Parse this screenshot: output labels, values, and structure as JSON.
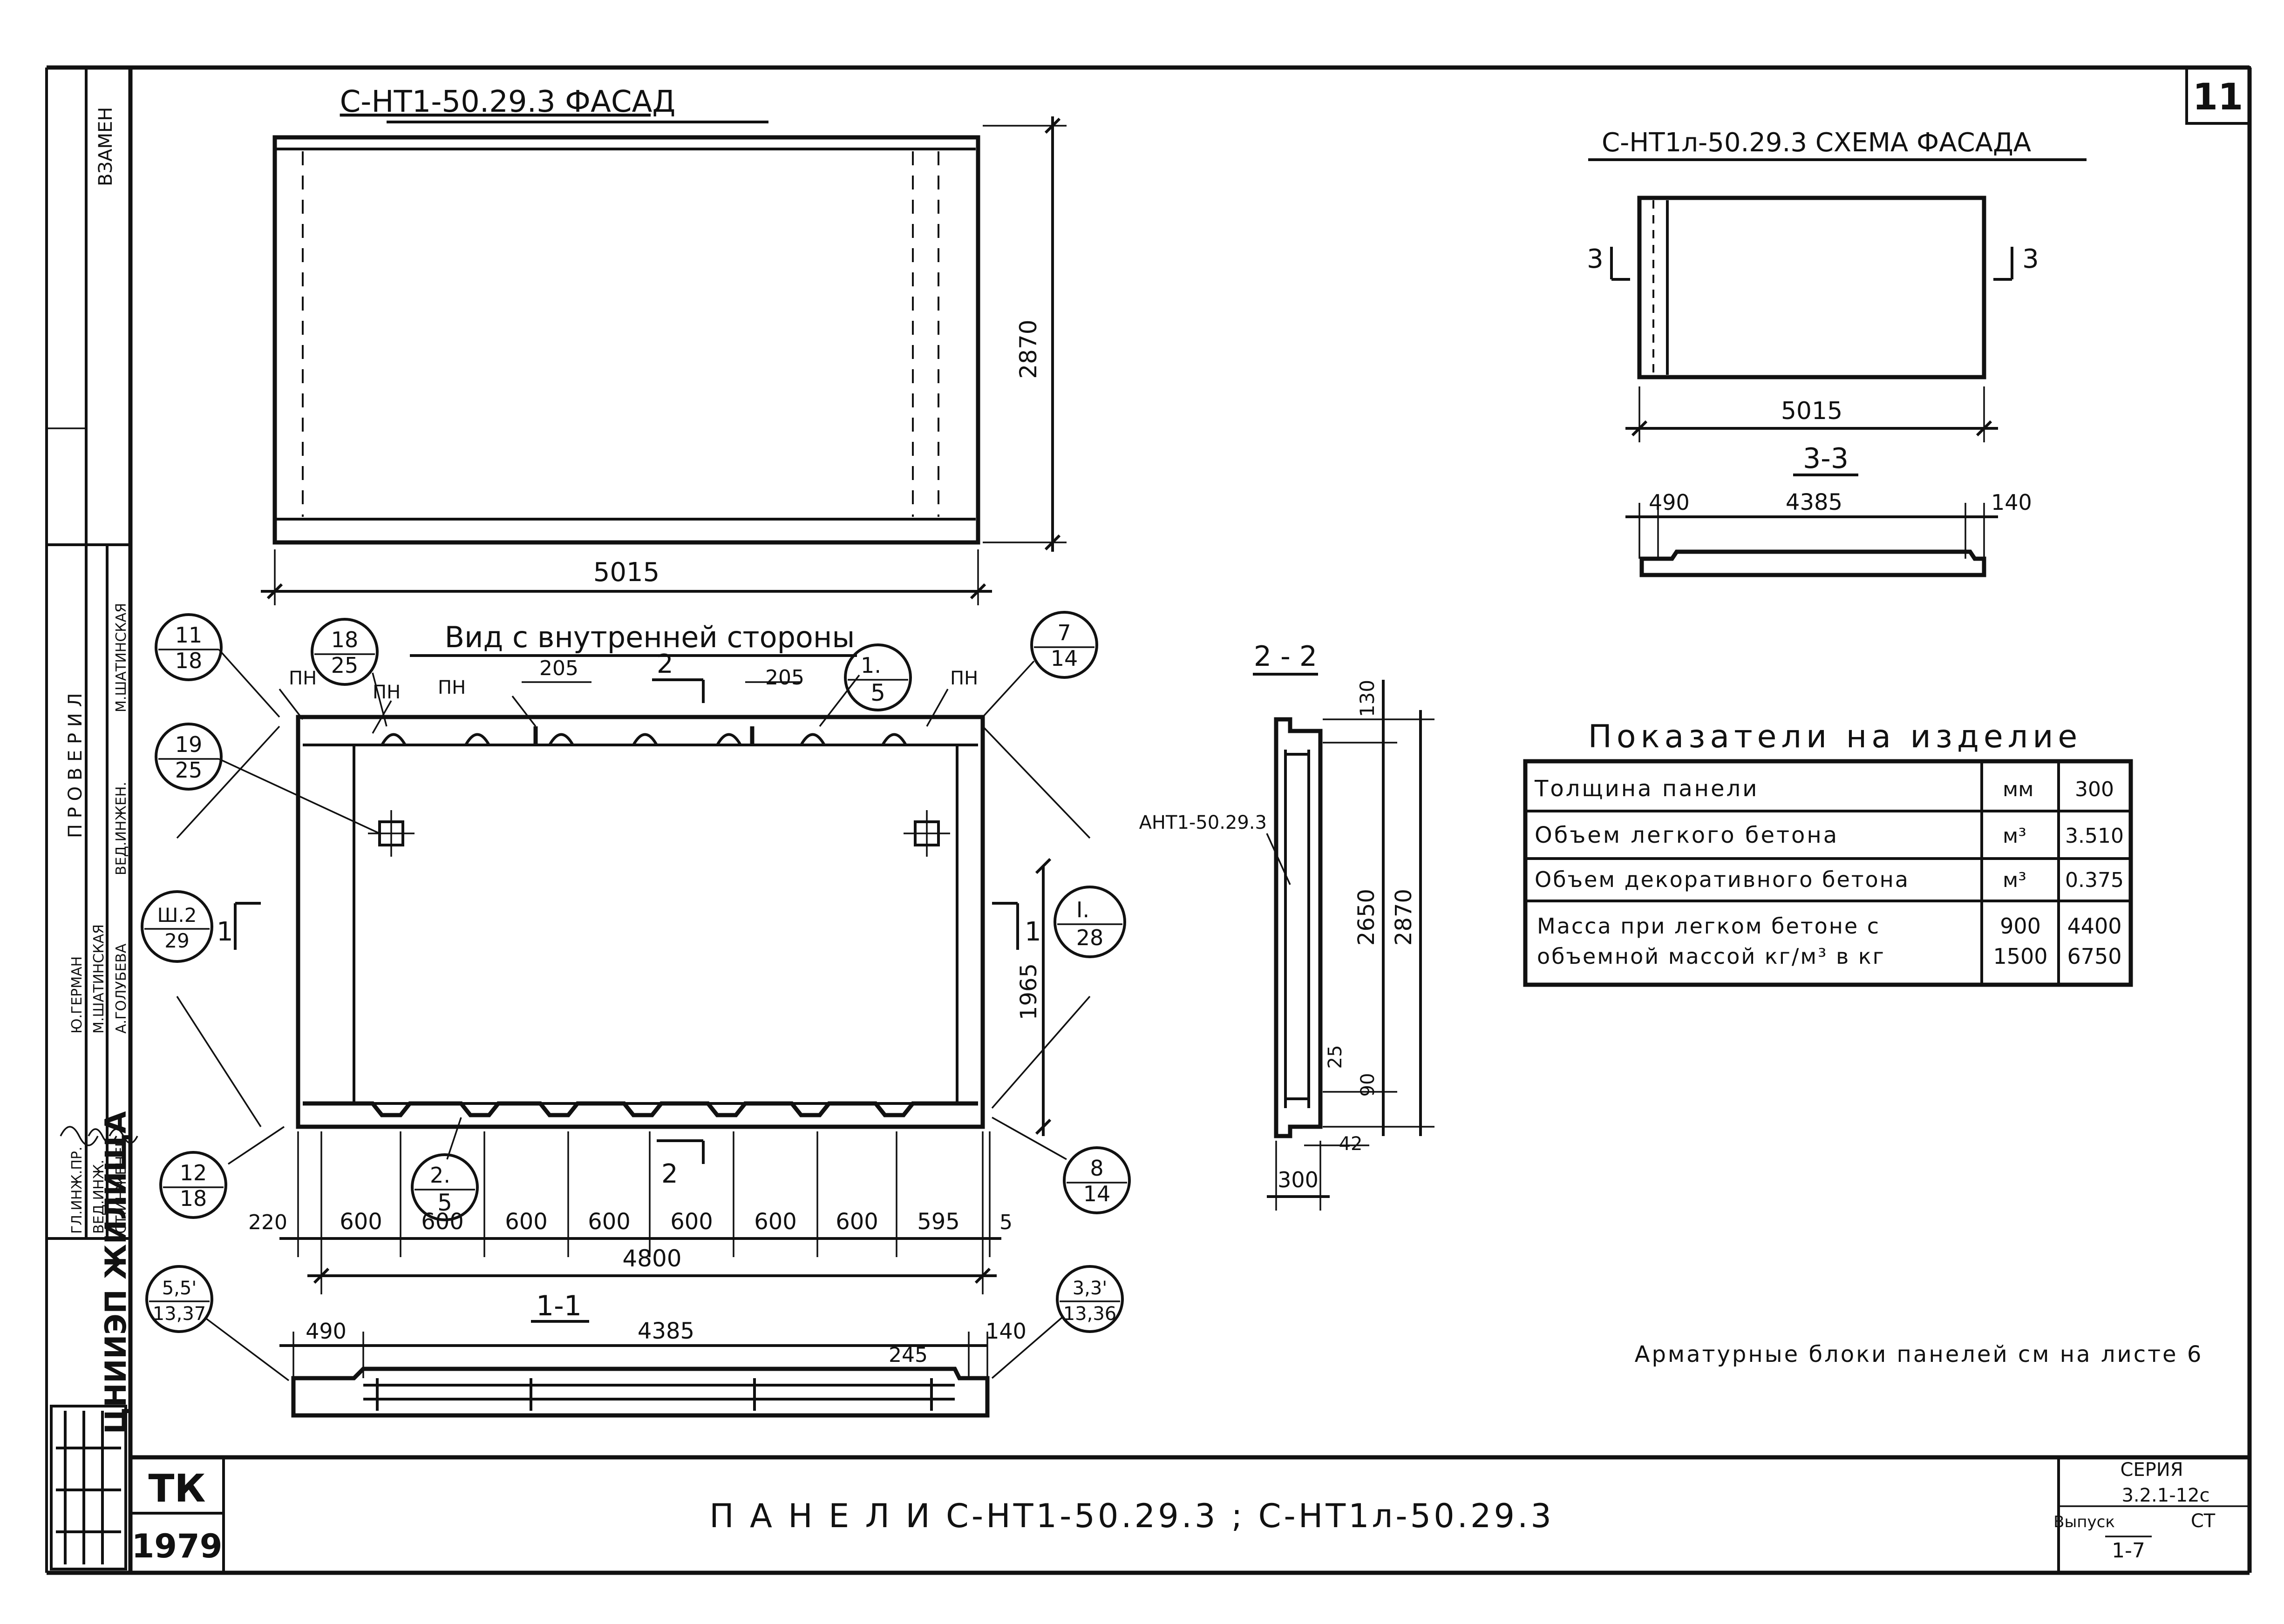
{
  "sheet": {
    "number": "11",
    "title": "П А Н Е Л И    С-НТ1-50.29.3 ;   С-НТ1л-50.29.3"
  },
  "facade": {
    "title": "С-НТ1-50.29.3  ФАСАД",
    "width": "5015",
    "height": "2870"
  },
  "scheme": {
    "title": "С-НТ1л-50.29.3  СХЕМА ФАСАДА",
    "width": "5015",
    "cut_left": "3",
    "cut_right": "3",
    "section_title": "3-3",
    "dim_a": "490",
    "dim_b": "4385",
    "dim_c": "140"
  },
  "inner_view": {
    "title": "Вид с внутренней стороны",
    "pn": "ПН",
    "dim_205a": "205",
    "dim_205b": "205",
    "cut_2": "2",
    "cut_1": "1",
    "dim_1965": "1965",
    "bottom_dims": [
      "220",
      "600",
      "600",
      "600",
      "600",
      "600",
      "600",
      "600",
      "595",
      "5"
    ],
    "total": "4800",
    "callouts": {
      "c11_18": [
        "11",
        "18"
      ],
      "c18_25": [
        "18",
        "25"
      ],
      "c1_5": [
        "1.",
        "5"
      ],
      "c7_14": [
        "7",
        "14"
      ],
      "c19_25": [
        "19",
        "25"
      ],
      "c3_29": [
        "Ш.2",
        "29"
      ],
      "cI_28": [
        "I.",
        "28"
      ],
      "c12_18": [
        "12",
        "18"
      ],
      "c2_5": [
        "2.",
        "5"
      ],
      "c8_14": [
        "8",
        "14"
      ],
      "c55_1337": [
        "5,5'",
        "13,37"
      ],
      "c33_1336": [
        "3,3'",
        "13,36"
      ]
    }
  },
  "section22": {
    "title": "2 - 2",
    "label": "АНТ1-50.29.3",
    "dims": [
      "130",
      "2650",
      "2870",
      "25",
      "90",
      "42",
      "300"
    ]
  },
  "section11": {
    "title": "1-1",
    "dim_490": "490",
    "dim_4385": "4385",
    "dim_245": "245",
    "dim_140": "140"
  },
  "table": {
    "title": "Показатели на изделие",
    "rows": [
      {
        "name": "Толщина панели",
        "unit": "мм",
        "value": "300"
      },
      {
        "name": "Объем легкого бетона",
        "unit": "м³",
        "value": "3.510"
      },
      {
        "name": "Объем декоративного бетона",
        "unit": "м³",
        "value": "0.375"
      },
      {
        "name": "Масса при легком бетоне с",
        "name2": "объемной массой кг/м³ в кг",
        "unit": "900",
        "unit2": "1500",
        "value": "4400",
        "value2": "6750"
      }
    ]
  },
  "note": "Арматурные блоки панелей см на листе 6",
  "stamp": {
    "org": "ЦНИИЭП ЖИЛИЩА",
    "tk": "ТК",
    "year": "1979",
    "series_label": "СЕРИЯ",
    "series": "3.2.1-12с",
    "issue_label": "Выпуск",
    "issue": "1-7",
    "issue_suffix": "СТ"
  },
  "side_strip": {
    "vzamen": "ВЗАМЕН",
    "proveril": "П Р О В Е Р И Л",
    "roles": [
      "ГЛ.ИНЖ.ПР.",
      "ВЕД.ИНЖ.",
      "СТ.ИНЖЕНЕР"
    ],
    "names": [
      "Ю.ГЕРМАН",
      "М.ШАТИНСКАЯ",
      "А.ГОЛУБЕВА"
    ],
    "checkers": [
      "ВЕД.ИНЖЕН.",
      "М.ШАТИНСКАЯ"
    ]
  }
}
